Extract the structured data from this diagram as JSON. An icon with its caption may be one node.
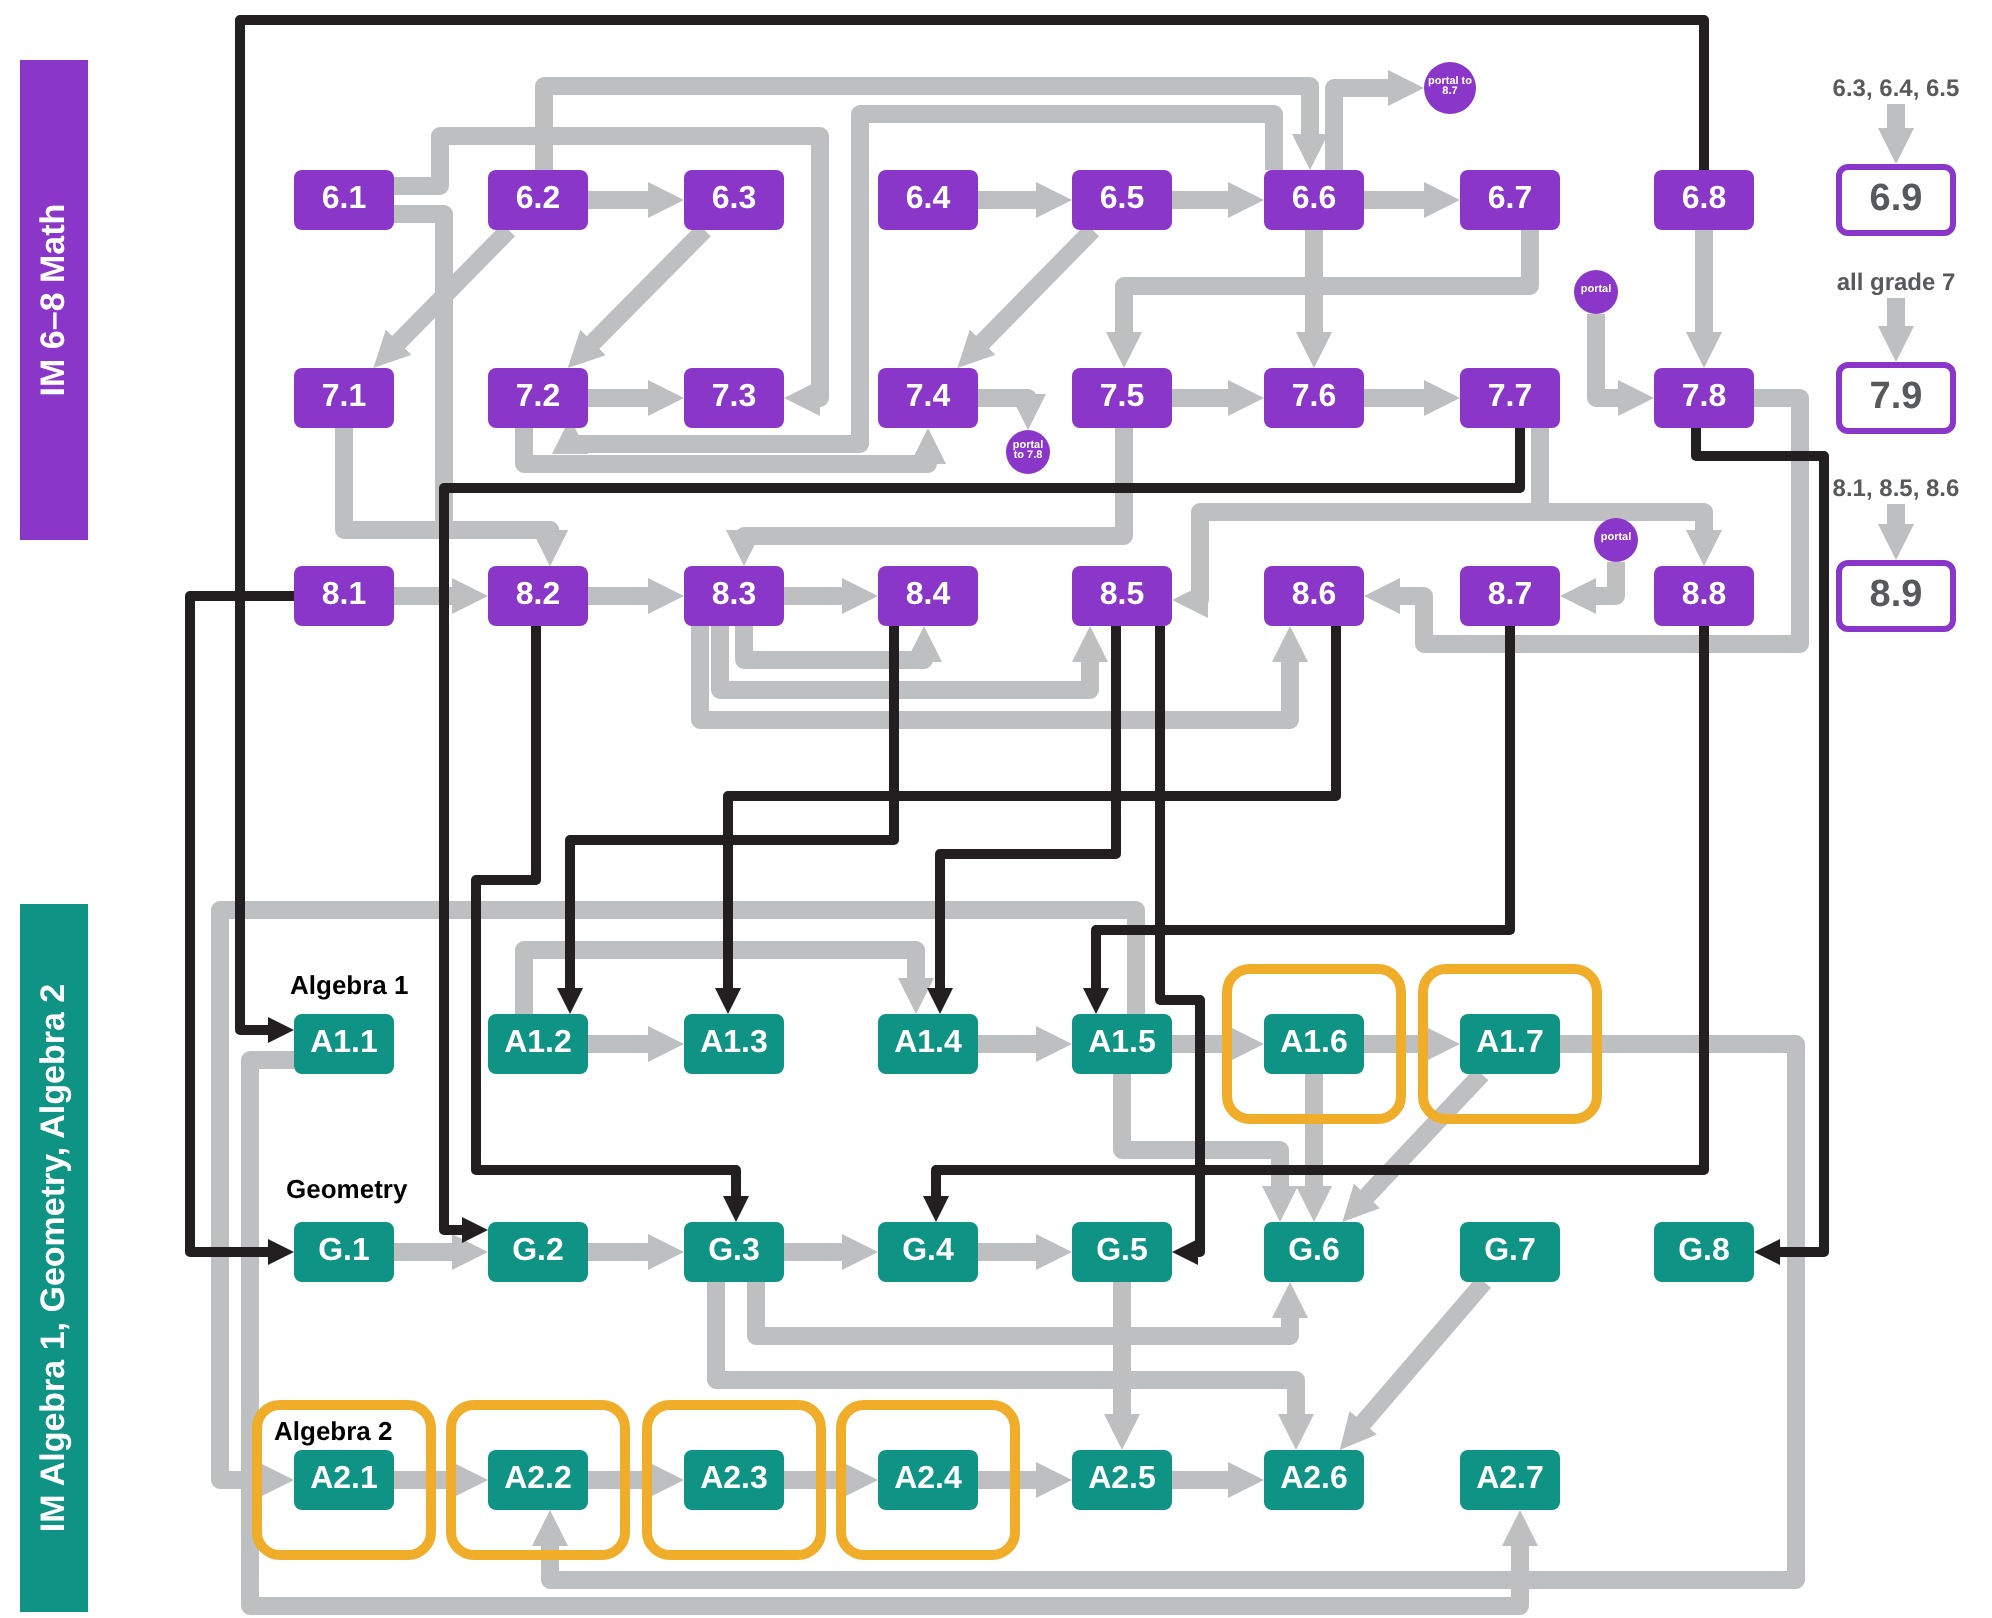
{
  "diagram": {
    "nodes": [
      {
        "text": [
          "IM 6–8 Math"
        ]
      },
      {
        "text": [
          "IM Algebra 1, Geometry, Algebra 2"
        ]
      },
      {
        "text": [
          "portal to 8.7"
        ]
      },
      {
        "text": [
          "6.3, 6.4, 6.5"
        ]
      },
      {
        "text": [
          "6.1"
        ]
      },
      {
        "text": [
          "6.2"
        ]
      },
      {
        "text": [
          "6.3"
        ]
      },
      {
        "text": [
          "6.4"
        ]
      },
      {
        "text": [
          "6.5"
        ]
      },
      {
        "text": [
          "6.6"
        ]
      },
      {
        "text": [
          "6.7"
        ]
      },
      {
        "text": [
          "6.8"
        ]
      },
      {
        "text": [
          "6.9"
        ]
      },
      {
        "text": [
          "portal"
        ]
      },
      {
        "text": [
          "all grade 7"
        ]
      },
      {
        "text": [
          "7.1"
        ]
      },
      {
        "text": [
          "7.2"
        ]
      },
      {
        "text": [
          "7.3"
        ]
      },
      {
        "text": [
          "7.4"
        ]
      },
      {
        "text": [
          "7.5"
        ]
      },
      {
        "text": [
          "7.6"
        ]
      },
      {
        "text": [
          "7.7"
        ]
      },
      {
        "text": [
          "7.8"
        ]
      },
      {
        "text": [
          "7.9"
        ]
      },
      {
        "text": [
          "portal to 7.8"
        ]
      },
      {
        "text": [
          "8.1, 8.5, 8.6"
        ]
      },
      {
        "text": [
          "portal"
        ]
      },
      {
        "text": [
          "8.1"
        ]
      },
      {
        "text": [
          "8.2"
        ]
      },
      {
        "text": [
          "8.3"
        ]
      },
      {
        "text": [
          "8.4"
        ]
      },
      {
        "text": [
          "8.5"
        ]
      },
      {
        "text": [
          "8.6"
        ]
      },
      {
        "text": [
          "8.7"
        ]
      },
      {
        "text": [
          "8.8"
        ]
      },
      {
        "text": [
          "8.9"
        ]
      },
      {
        "text": [],
        "shape": "box"
      },
      {
        "text": [],
        "shape": "box"
      },
      {
        "text": [
          "A1.1"
        ]
      },
      {
        "text": [
          "A1.2"
        ]
      },
      {
        "text": [
          "A1.3"
        ]
      },
      {
        "text": [
          "A1.4"
        ]
      },
      {
        "text": [
          "A1.5"
        ]
      },
      {
        "text": [
          "A1.6"
        ],
        "in": 36
      },
      {
        "text": [
          "A1.7"
        ],
        "in": 37
      },
      {
        "text": [
          "G.1"
        ]
      },
      {
        "text": [
          "G.2"
        ]
      },
      {
        "text": [
          "G.3"
        ]
      },
      {
        "text": [
          "G.4"
        ]
      },
      {
        "text": [
          "G.5"
        ]
      },
      {
        "text": [
          "G.6"
        ]
      },
      {
        "text": [
          "G.7"
        ]
      },
      {
        "text": [
          "G.8"
        ]
      },
      {
        "text": [],
        "shape": "box"
      },
      {
        "text": [],
        "shape": "box"
      },
      {
        "text": [],
        "shape": "box"
      },
      {
        "text": [],
        "shape": "box"
      },
      {
        "text": [
          "A2.1"
        ],
        "in": 53
      },
      {
        "text": [
          "A2.2"
        ],
        "in": 54
      },
      {
        "text": [
          "A2.3"
        ],
        "in": 55
      },
      {
        "text": [
          "A2.4"
        ],
        "in": 56
      },
      {
        "text": [
          "A2.5"
        ]
      },
      {
        "text": [
          "A2.6"
        ]
      },
      {
        "text": [
          "A2.7"
        ]
      }
    ],
    "edges": [
      {
        "from": 3,
        "to": 12,
        "arrow": "to"
      },
      {
        "from": 4,
        "to": 17,
        "arrow": "to"
      },
      {
        "from": 4,
        "to": 28,
        "arrow": "to"
      },
      {
        "from": 5,
        "to": 9,
        "arrow": "to"
      },
      {
        "from": 5,
        "to": 6,
        "arrow": "to"
      },
      {
        "from": 5,
        "to": 15,
        "arrow": "to"
      },
      {
        "from": 6,
        "to": 16,
        "arrow": "to"
      },
      {
        "from": 7,
        "to": 8,
        "arrow": "to"
      },
      {
        "from": 8,
        "to": 9,
        "arrow": "to"
      },
      {
        "from": 8,
        "to": 18,
        "arrow": "to"
      },
      {
        "from": 9,
        "to": 10,
        "arrow": "to"
      },
      {
        "from": 9,
        "to": 2,
        "arrow": "to"
      },
      {
        "from": 9,
        "to": 16,
        "arrow": "to"
      },
      {
        "from": 9,
        "to": 20,
        "arrow": "to"
      },
      {
        "from": 10,
        "to": 19,
        "arrow": "to"
      },
      {
        "from": 11,
        "to": 22,
        "arrow": "to"
      },
      {
        "from": 13,
        "to": 22,
        "arrow": "to"
      },
      {
        "from": 14,
        "to": 23,
        "arrow": "to"
      },
      {
        "from": 15,
        "to": 28,
        "arrow": "to"
      },
      {
        "from": 16,
        "to": 17,
        "arrow": "to"
      },
      {
        "from": 16,
        "to": 18,
        "arrow": "to"
      },
      {
        "from": 18,
        "to": 24,
        "arrow": "to"
      },
      {
        "from": 19,
        "to": 20,
        "arrow": "to"
      },
      {
        "from": 19,
        "to": 29,
        "arrow": "to"
      },
      {
        "from": 20,
        "to": 21,
        "arrow": "to"
      },
      {
        "from": 21,
        "to": 31,
        "arrow": "to"
      },
      {
        "from": 21,
        "to": 34,
        "arrow": "to"
      },
      {
        "from": 22,
        "to": 32,
        "arrow": "to"
      },
      {
        "from": 25,
        "to": 35,
        "arrow": "to"
      },
      {
        "from": 26,
        "to": 33,
        "arrow": "to"
      },
      {
        "from": 27,
        "to": 28,
        "arrow": "to"
      },
      {
        "from": 28,
        "to": 29,
        "arrow": "to"
      },
      {
        "from": 29,
        "to": 30,
        "arrow": "to"
      },
      {
        "from": 29,
        "to": 30,
        "arrow": "to"
      },
      {
        "from": 29,
        "to": 31,
        "arrow": "to"
      },
      {
        "from": 29,
        "to": 32,
        "arrow": "to"
      },
      {
        "from": 38,
        "to": 63,
        "arrow": "to"
      },
      {
        "from": 39,
        "to": 40,
        "arrow": "to"
      },
      {
        "from": 39,
        "to": 41,
        "arrow": "to"
      },
      {
        "from": 41,
        "to": 42,
        "arrow": "to"
      },
      {
        "from": 42,
        "to": 43,
        "arrow": "to"
      },
      {
        "from": 42,
        "to": 57,
        "arrow": "to"
      },
      {
        "from": 42,
        "to": 50,
        "arrow": "to"
      },
      {
        "from": 43,
        "to": 44,
        "arrow": "to"
      },
      {
        "from": 43,
        "to": 50,
        "arrow": "to"
      },
      {
        "from": 44,
        "to": 50,
        "arrow": "to"
      },
      {
        "from": 44,
        "to": 58,
        "arrow": "to"
      },
      {
        "from": 45,
        "to": 46,
        "arrow": "to"
      },
      {
        "from": 46,
        "to": 47,
        "arrow": "to"
      },
      {
        "from": 47,
        "to": 48,
        "arrow": "to"
      },
      {
        "from": 47,
        "to": 50,
        "arrow": "to"
      },
      {
        "from": 47,
        "to": 62,
        "arrow": "to"
      },
      {
        "from": 48,
        "to": 49,
        "arrow": "to"
      },
      {
        "from": 49,
        "to": 61,
        "arrow": "to"
      },
      {
        "from": 51,
        "to": 62,
        "arrow": "to"
      },
      {
        "from": 57,
        "to": 58,
        "arrow": "to"
      },
      {
        "from": 58,
        "to": 59,
        "arrow": "to"
      },
      {
        "from": 59,
        "to": 60,
        "arrow": "to"
      },
      {
        "from": 60,
        "to": 61,
        "arrow": "to"
      },
      {
        "from": 61,
        "to": 62,
        "arrow": "to"
      },
      {
        "from": 11,
        "to": 38,
        "arrow": "to",
        "color": "#231f20"
      },
      {
        "from": 27,
        "to": 45,
        "arrow": "to",
        "color": "#231f20"
      },
      {
        "from": 21,
        "to": 46,
        "arrow": "to",
        "color": "#231f20"
      },
      {
        "from": 28,
        "to": 47,
        "arrow": "to",
        "color": "#231f20"
      },
      {
        "from": 30,
        "to": 39,
        "arrow": "to",
        "color": "#231f20"
      },
      {
        "from": 31,
        "to": 41,
        "arrow": "to",
        "color": "#231f20"
      },
      {
        "from": 31,
        "to": 49,
        "arrow": "to",
        "color": "#231f20"
      },
      {
        "from": 32,
        "to": 40,
        "arrow": "to",
        "color": "#231f20"
      },
      {
        "from": 33,
        "to": 42,
        "arrow": "to",
        "color": "#231f20"
      },
      {
        "from": 34,
        "to": 48,
        "arrow": "to",
        "color": "#231f20"
      },
      {
        "from": 22,
        "to": 52,
        "arrow": "to",
        "color": "#231f20"
      }
    ],
    "labels": [
      "Algebra 1",
      "Geometry",
      "Algebra 2"
    ]
  }
}
